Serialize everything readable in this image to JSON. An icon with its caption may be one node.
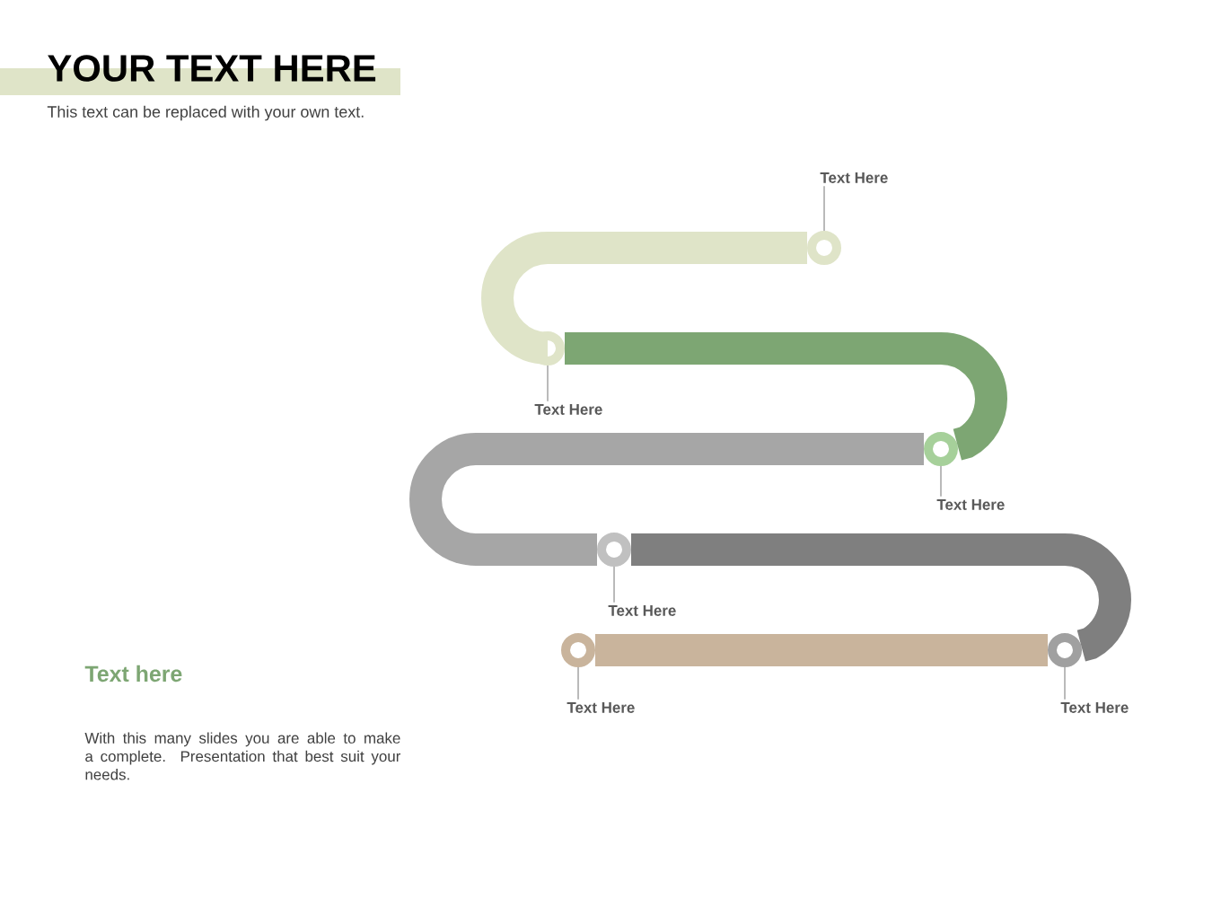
{
  "diagram": {
    "title": "YOUR TEXT HERE",
    "nodes": [
      {
        "text": [
          "Text Here"
        ]
      },
      {
        "text": [],
        "shape": "circle"
      },
      {
        "text": [],
        "shape": "circle"
      },
      {
        "text": [
          "Text Here"
        ]
      },
      {
        "text": [],
        "shape": "circle"
      },
      {
        "text": [
          "Text Here"
        ]
      },
      {
        "text": [],
        "shape": "circle"
      },
      {
        "text": [
          "Text Here"
        ]
      },
      {
        "text": [],
        "shape": "circle"
      },
      {
        "text": [],
        "shape": "circle"
      },
      {
        "text": [
          "Text Here"
        ]
      },
      {
        "text": [
          "Text Here"
        ]
      }
    ],
    "edges": [
      {
        "from": 1,
        "to": 2,
        "arrow": "none",
        "style": "thick",
        "color": "#dfe4c8"
      },
      {
        "from": 2,
        "to": 4,
        "arrow": "none",
        "style": "thick",
        "color": "#7da673"
      },
      {
        "from": 4,
        "to": 6,
        "arrow": "none",
        "style": "thick",
        "color": "#a6a6a6"
      },
      {
        "from": 6,
        "to": 9,
        "arrow": "none",
        "style": "thick",
        "color": "#7f7f7f"
      },
      {
        "from": 9,
        "to": 8,
        "arrow": "none",
        "style": "thick",
        "color": "#c9b49c"
      },
      {
        "from": 0,
        "to": 1,
        "arrow": "none"
      },
      {
        "from": 3,
        "to": 2,
        "arrow": "none"
      },
      {
        "from": 5,
        "to": 4,
        "arrow": "none"
      },
      {
        "from": 7,
        "to": 6,
        "arrow": "none"
      },
      {
        "from": 10,
        "to": 8,
        "arrow": "none"
      },
      {
        "from": 11,
        "to": 9,
        "arrow": "none"
      }
    ],
    "labels": [
      "This text can be replaced with your own text.",
      "Text here",
      "With this many slides you are able to make a complete. Presentation that best suit your needs."
    ]
  }
}
